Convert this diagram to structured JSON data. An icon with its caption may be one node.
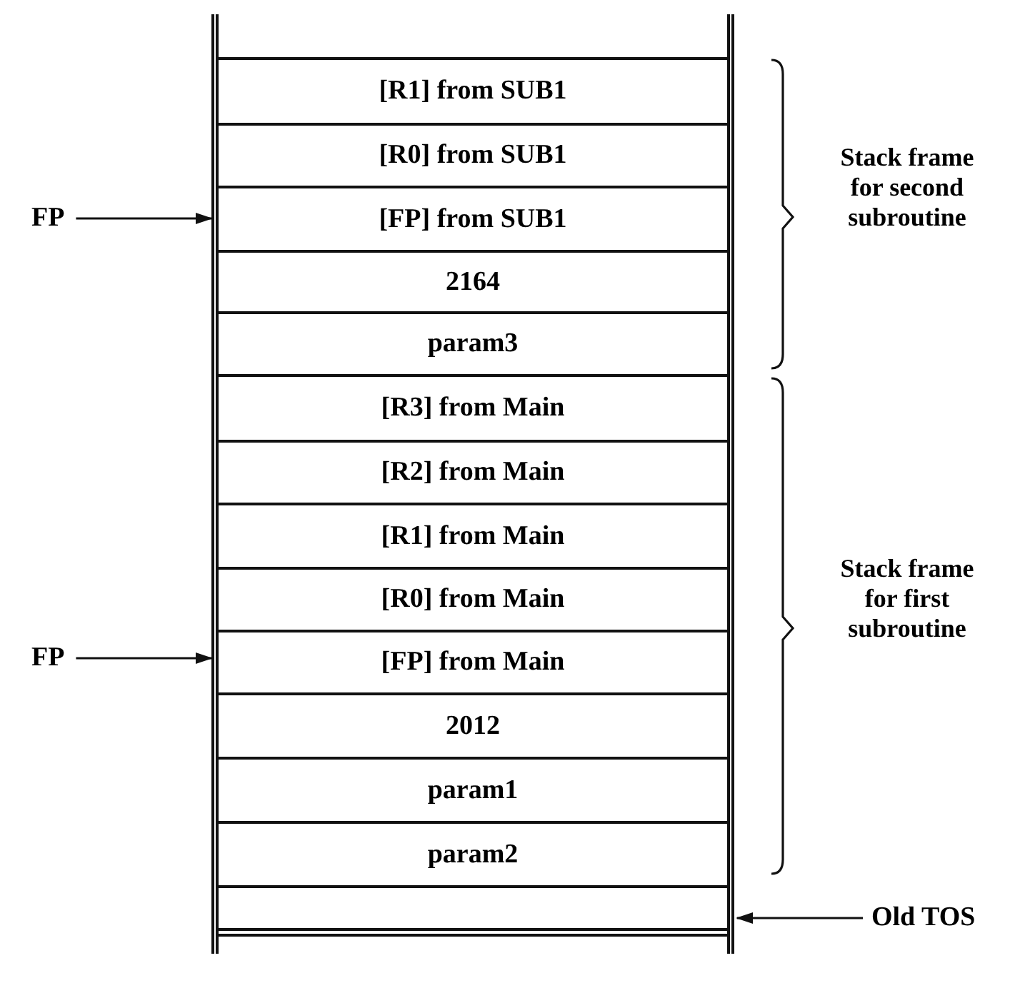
{
  "diagram": {
    "nodes": [
      {
        "text": [
          "[R1] from SUB1"
        ]
      },
      {
        "text": [
          "[R0] from SUB1"
        ]
      },
      {
        "text": [
          "[FP] from SUB1"
        ]
      },
      {
        "text": [
          "2164"
        ]
      },
      {
        "text": [
          "param3"
        ]
      },
      {
        "text": [
          "[R3] from Main"
        ]
      },
      {
        "text": [
          "[R2] from Main"
        ]
      },
      {
        "text": [
          "[R1] from Main"
        ]
      },
      {
        "text": [
          "[R0] from Main"
        ]
      },
      {
        "text": [
          "[FP] from Main"
        ]
      },
      {
        "text": [
          "2012"
        ]
      },
      {
        "text": [
          "param1"
        ]
      },
      {
        "text": [
          "param2"
        ]
      },
      {
        "text": [],
        "shape": "box"
      },
      {
        "text": [
          "FP"
        ]
      },
      {
        "text": [
          "FP"
        ]
      },
      {
        "text": [
          "Old TOS"
        ]
      }
    ],
    "edges": [
      {
        "from": 14,
        "to": 2,
        "arrow": "to"
      },
      {
        "from": 15,
        "to": 9,
        "arrow": "to"
      },
      {
        "from": 16,
        "to": 13,
        "arrow": "to"
      }
    ],
    "labels": [
      "Stack frame for second subroutine",
      "Stack frame for first subroutine"
    ]
  }
}
